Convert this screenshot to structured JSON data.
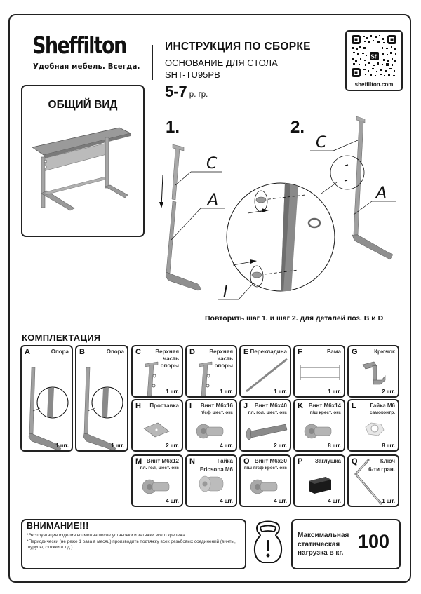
{
  "header": {
    "brand": "Sheffilton",
    "tagline": "Удобная мебель. Всегда.",
    "title": "ИНСТРУКЦИЯ ПО СБОРКЕ",
    "subtitle": "ОСНОВАНИЕ ДЛЯ СТОЛА",
    "model": "SHT-TU95PB",
    "price_group_value": "5-7",
    "price_group_unit": "р. гр.",
    "qr_logo": "Sfi",
    "qr_url": "sheffilton.com"
  },
  "overview": {
    "title": "ОБЩИЙ ВИД"
  },
  "steps": {
    "step1_label": "1.",
    "step2_label": "2.",
    "callout_c": "C",
    "callout_a": "A",
    "callout_i": "I",
    "repeat_note": "Повторить шаг 1. и шаг 2. для деталей поз. B и D"
  },
  "kit": {
    "title": "КОМПЛЕКТАЦИЯ",
    "items": [
      {
        "letter": "A",
        "name": "Опора",
        "detail": "",
        "qty": "1 шт.",
        "icon": "leg-icon"
      },
      {
        "letter": "B",
        "name": "Опора",
        "detail": "",
        "qty": "1 шт.",
        "icon": "leg-icon"
      },
      {
        "letter": "C",
        "name": "Верхняя часть опоры",
        "detail": "",
        "qty": "1 шт.",
        "icon": "upper-post-icon"
      },
      {
        "letter": "D",
        "name": "Верхняя часть опоры",
        "detail": "",
        "qty": "1 шт.",
        "icon": "upper-post-icon"
      },
      {
        "letter": "E",
        "name": "Перекладина",
        "detail": "",
        "qty": "1 шт.",
        "icon": "crossbar-icon"
      },
      {
        "letter": "F",
        "name": "Рама",
        "detail": "",
        "qty": "1 шт.",
        "icon": "frame-icon"
      },
      {
        "letter": "G",
        "name": "Крючок",
        "detail": "",
        "qty": "2 шт.",
        "icon": "hook-icon"
      },
      {
        "letter": "H",
        "name": "Проставка",
        "detail": "",
        "qty": "2 шт.",
        "icon": "spacer-plate-icon"
      },
      {
        "letter": "I",
        "name": "Винт М6x16",
        "detail": "п/сф шест. окс",
        "qty": "4 шт.",
        "icon": "screw-icon"
      },
      {
        "letter": "J",
        "name": "Винт М6x40",
        "detail": "пл. гол, шест. окс",
        "qty": "2 шт.",
        "icon": "long-screw-icon"
      },
      {
        "letter": "K",
        "name": "Винт М6x14",
        "detail": "п/ш крест. окс",
        "qty": "8 шт.",
        "icon": "screw-icon"
      },
      {
        "letter": "L",
        "name": "Гайка М6",
        "detail": "самоконтр.",
        "qty": "8 шт.",
        "icon": "nut-icon"
      },
      {
        "letter": "M",
        "name": "Винт М6x12",
        "detail": "пл. гол, шест. окс",
        "qty": "4 шт.",
        "icon": "screw-icon"
      },
      {
        "letter": "N",
        "name": "Гайка",
        "detail": "Ericsona М6",
        "qty": "4 шт.",
        "icon": "barrel-nut-icon"
      },
      {
        "letter": "O",
        "name": "Винт М6x30",
        "detail": "п/ш п/сф крест. окс",
        "qty": "4 шт.",
        "icon": "screw-icon"
      },
      {
        "letter": "P",
        "name": "Заглушка",
        "detail": "",
        "qty": "4 шт.",
        "icon": "end-cap-icon"
      },
      {
        "letter": "Q",
        "name": "Ключ",
        "detail": "6-ти гран.",
        "qty": "1 шт.",
        "icon": "hex-key-icon"
      }
    ]
  },
  "warning": {
    "title": "ВНИМАНИЕ!!!",
    "line1": "*Эксплуатация изделия возможна после установки и затяжки всего крепежа.",
    "line2": "*Периодически (не реже 1 раза в месяц) производить подтяжку всех резьбовых соединений (винты, шурупы, стяжки и т.д.)"
  },
  "load": {
    "label_line1": "Максимальная",
    "label_line2": "статическая",
    "label_line3": "нагрузка в кг.",
    "value": "100",
    "icon": "kettlebell-warning-icon"
  },
  "colors": {
    "ink": "#111111",
    "part_gray": "#9a9a9a",
    "part_dark": "#6e6e6e",
    "table_top": "#8f8f8f"
  }
}
